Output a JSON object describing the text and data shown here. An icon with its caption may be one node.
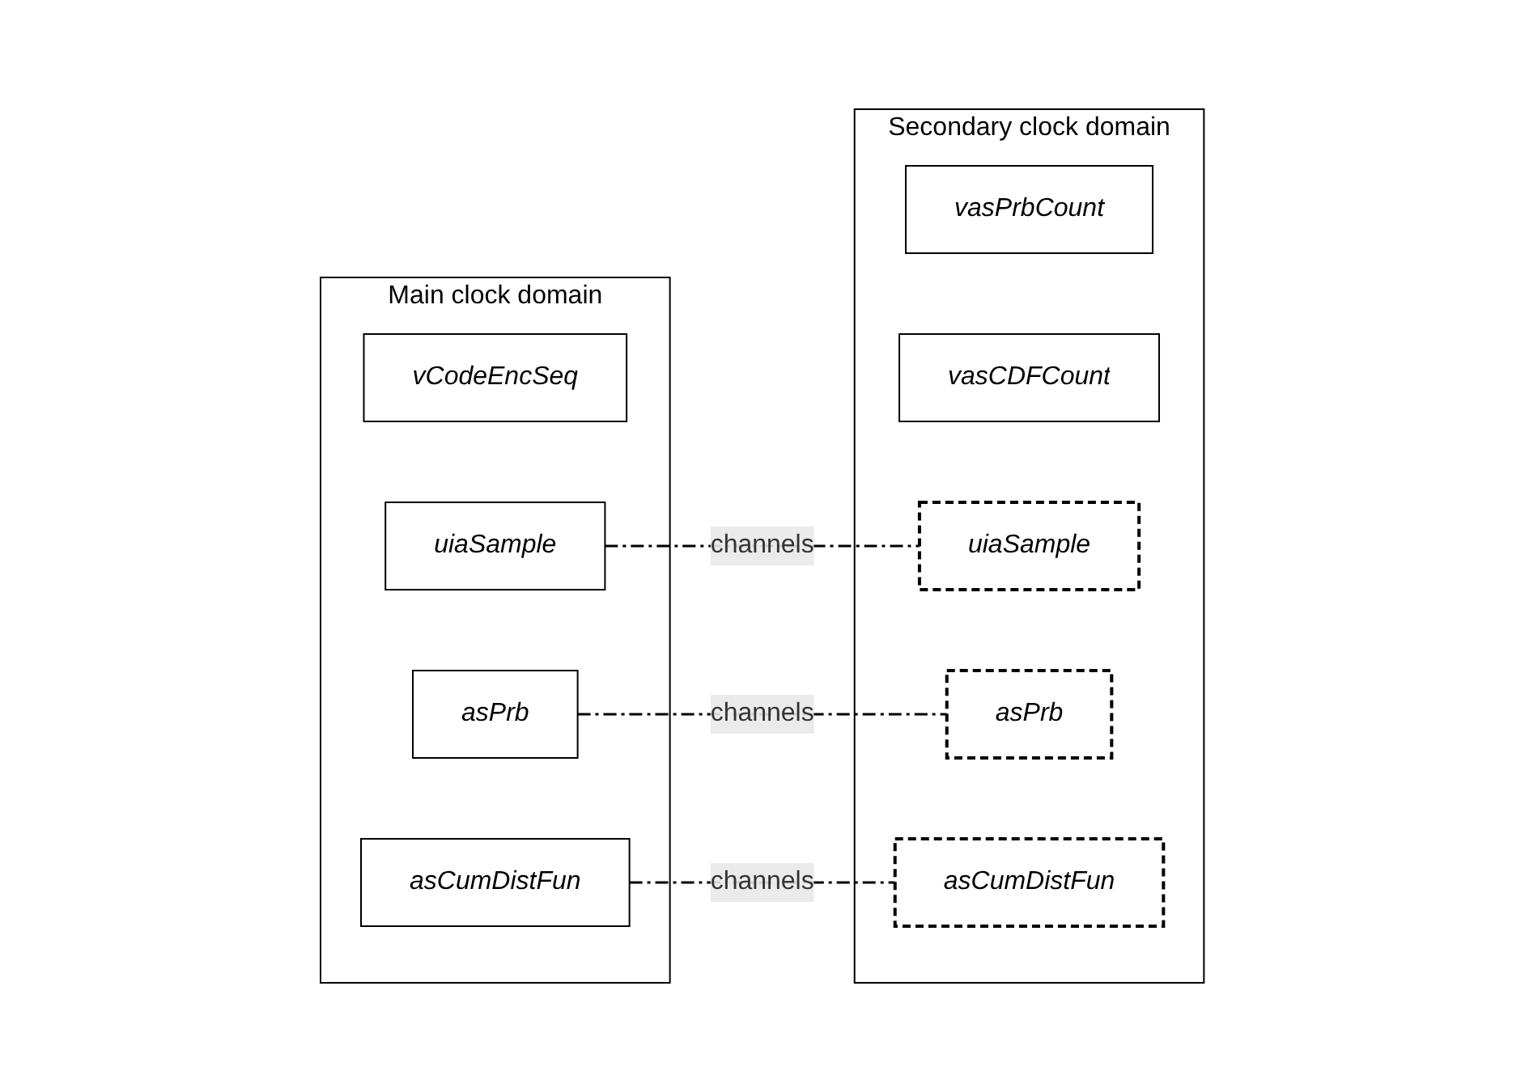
{
  "diagram": {
    "nodes": [
      {
        "text": [
          "Main clock domain"
        ]
      },
      {
        "text": [
          "vCodeEncSeq"
        ],
        "in": 0
      },
      {
        "text": [
          "uiaSample"
        ],
        "in": 0
      },
      {
        "text": [
          "asPrb"
        ],
        "in": 0
      },
      {
        "text": [
          "asCumDistFun"
        ],
        "in": 0
      },
      {
        "text": [
          "Secondary clock domain"
        ]
      },
      {
        "text": [
          "vasPrbCount"
        ],
        "in": 5
      },
      {
        "text": [
          "vasCDFCount"
        ],
        "in": 5
      },
      {
        "text": [
          "uiaSample"
        ],
        "in": 5
      },
      {
        "text": [
          "asPrb"
        ],
        "in": 5
      },
      {
        "text": [
          "asCumDistFun"
        ],
        "in": 5
      }
    ],
    "edges": [
      {
        "from": 2,
        "to": 8,
        "arrow": "none",
        "label": "channels",
        "style": "dashed"
      },
      {
        "from": 3,
        "to": 9,
        "arrow": "none",
        "label": "channels",
        "style": "dashed"
      },
      {
        "from": 4,
        "to": 10,
        "arrow": "none",
        "label": "channels",
        "style": "dashed"
      }
    ]
  }
}
